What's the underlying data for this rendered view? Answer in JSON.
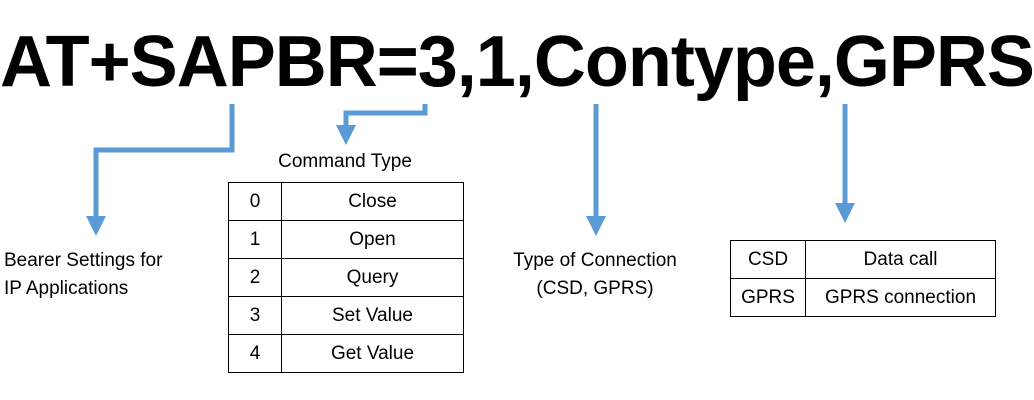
{
  "command_text": "AT+SAPBR=3,1,Contype,GPRS",
  "bearer_label": {
    "line1": "Bearer Settings for",
    "line2": "IP Applications"
  },
  "command_type": {
    "title": "Command Type",
    "rows": [
      {
        "code": "0",
        "name": "Close"
      },
      {
        "code": "1",
        "name": "Open"
      },
      {
        "code": "2",
        "name": "Query"
      },
      {
        "code": "3",
        "name": "Set Value"
      },
      {
        "code": "4",
        "name": "Get Value"
      }
    ]
  },
  "connection_label": {
    "line1": "Type of Connection",
    "line2": "(CSD, GPRS)"
  },
  "connection_table": {
    "rows": [
      {
        "abbr": "CSD",
        "desc": "Data call"
      },
      {
        "abbr": "GPRS",
        "desc": "GPRS connection"
      }
    ]
  },
  "colors": {
    "arrow": "#5b9bd5",
    "text": "#000000",
    "border": "#000000"
  }
}
